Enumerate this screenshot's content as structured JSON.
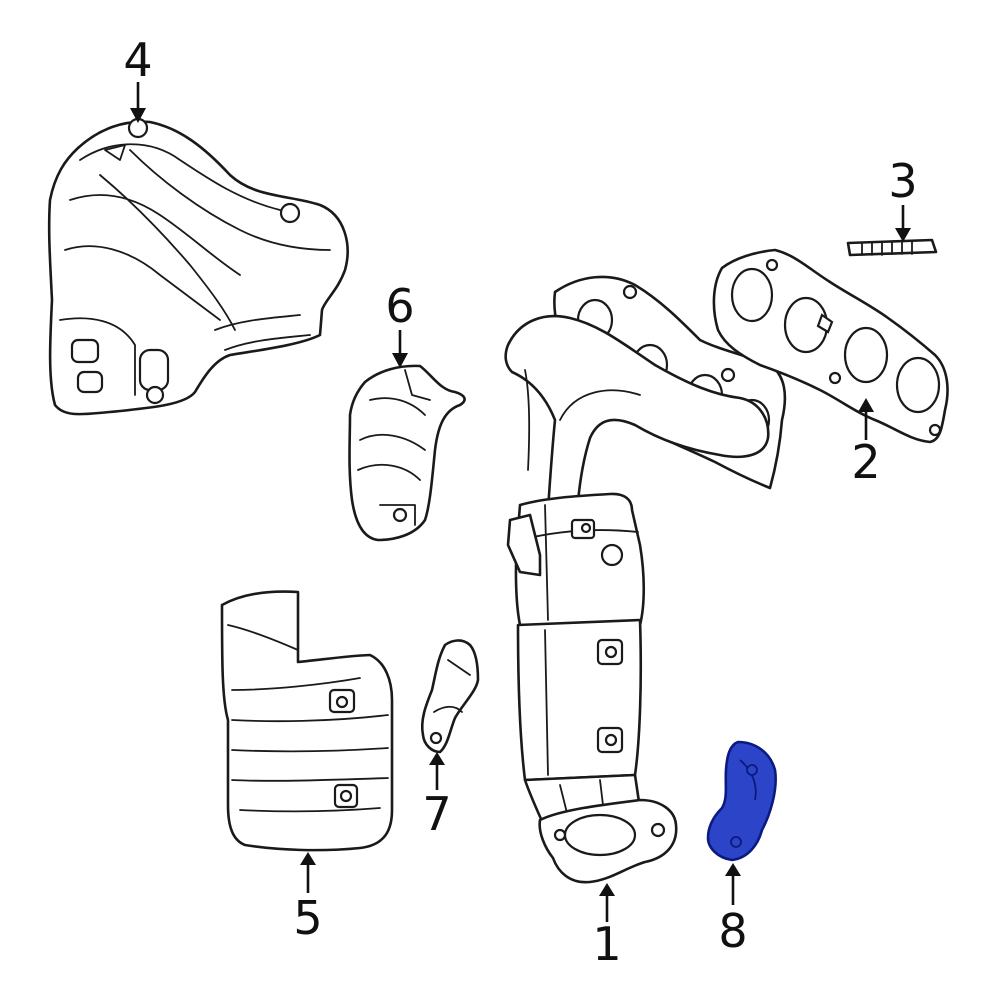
{
  "callouts": [
    {
      "id": "1",
      "label": "1"
    },
    {
      "id": "2",
      "label": "2"
    },
    {
      "id": "3",
      "label": "3"
    },
    {
      "id": "4",
      "label": "4"
    },
    {
      "id": "5",
      "label": "5"
    },
    {
      "id": "6",
      "label": "6"
    },
    {
      "id": "7",
      "label": "7"
    },
    {
      "id": "8",
      "label": "8"
    }
  ],
  "highlight": {
    "part": "8",
    "color": "#2c45c8",
    "outline": "#0b1a80"
  }
}
